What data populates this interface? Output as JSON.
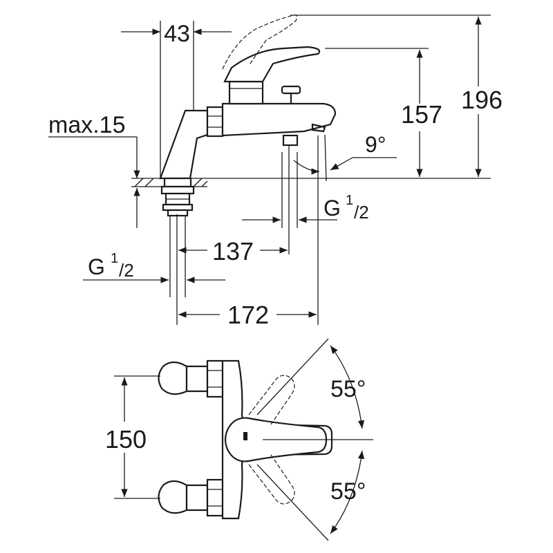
{
  "dimensions": {
    "width_43": "43",
    "max_15": "max.15",
    "height_157": "157",
    "height_196": "196",
    "angle_9": "9°",
    "thread_right": {
      "base": "G",
      "sup": "1",
      "sub": "/2"
    },
    "thread_left": {
      "base": "G",
      "sup": "1",
      "sub": "/2"
    },
    "length_137": "137",
    "length_172": "172",
    "spacing_150": "150",
    "angle_55_top": "55°",
    "angle_55_bottom": "55°"
  }
}
